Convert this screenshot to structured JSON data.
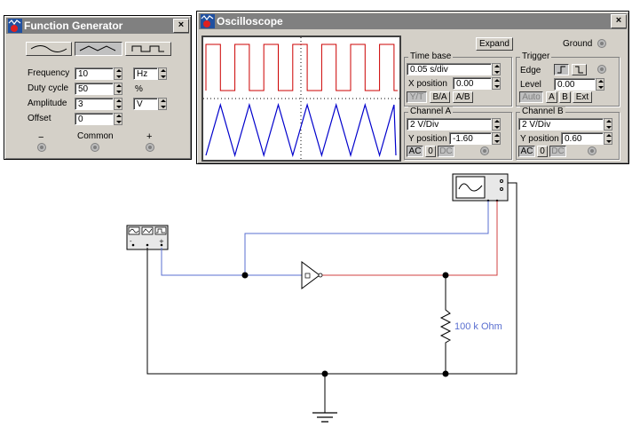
{
  "funcgen": {
    "title": "Function Generator",
    "frequency_label": "Frequency",
    "frequency_value": "10",
    "frequency_unit": "Hz",
    "duty_label": "Duty cycle",
    "duty_value": "50",
    "duty_unit": "%",
    "amplitude_label": "Amplitude",
    "amplitude_value": "3",
    "amplitude_unit": "V",
    "offset_label": "Offset",
    "offset_value": "0",
    "minus_label": "−",
    "common_label": "Common",
    "plus_label": "+",
    "selected_wave": "triangle"
  },
  "scope": {
    "title": "Oscilloscope",
    "expand_label": "Expand",
    "ground_label": "Ground",
    "timebase": {
      "title": "Time base",
      "value": "0.05 s/div",
      "xpos_label": "X position",
      "xpos_value": "0.00",
      "mode_buttons": [
        "Y/T",
        "B/A",
        "A/B"
      ]
    },
    "trigger": {
      "title": "Trigger",
      "edge_label": "Edge",
      "level_label": "Level",
      "level_value": "0.00",
      "buttons": [
        "Auto",
        "A",
        "B",
        "Ext"
      ]
    },
    "channel_a": {
      "title": "Channel A",
      "value": "2  V/Div",
      "ypos_label": "Y position",
      "ypos_value": "-1.60",
      "coupling": [
        "AC",
        "0",
        "DC"
      ]
    },
    "channel_b": {
      "title": "Channel B",
      "value": "2  V/Div",
      "ypos_label": "Y position",
      "ypos_value": "0.60",
      "coupling": [
        "AC",
        "0",
        "DC"
      ]
    },
    "colors": {
      "channel_a": "#cc0000",
      "channel_b": "#0000cc"
    }
  },
  "circuit": {
    "resistor_label": "100 k Ohm",
    "wire_color_a": "#5a6fd0",
    "wire_color_b": "#d04040"
  }
}
